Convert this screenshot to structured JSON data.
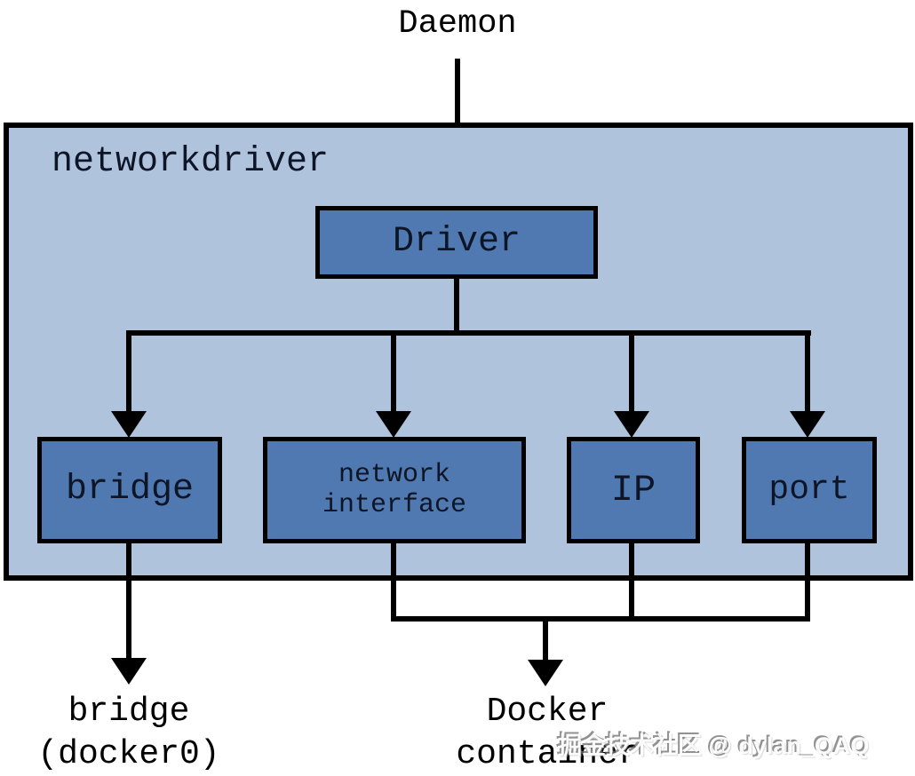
{
  "diagram": {
    "nodes": {
      "daemon": {
        "label": "Daemon"
      },
      "networkdriver": {
        "label": "networkdriver"
      },
      "driver": {
        "label": "Driver"
      },
      "bridge": {
        "label": "bridge"
      },
      "network_interface": {
        "line1": "network",
        "line2": "interface"
      },
      "ip": {
        "label": "IP"
      },
      "port": {
        "label": "port"
      },
      "bridge_output": {
        "line1": "bridge",
        "line2": "(docker0)"
      },
      "docker_container_output": {
        "line1": "Docker",
        "line2": "container"
      }
    },
    "edges": [
      "Daemon -> Driver",
      "Driver -> bridge",
      "Driver -> network interface",
      "Driver -> IP",
      "Driver -> port",
      "bridge -> bridge (docker0)",
      "network interface + IP + port -> Docker container"
    ],
    "colors": {
      "page_background": "#ffffff",
      "container_fill": "#b0c3dd",
      "node_fill": "#4f79b0",
      "border_and_lines": "#000000",
      "node_text": "#0d1526"
    }
  },
  "watermark": {
    "text": "掘金技术社区 @ dylan_QAQ"
  }
}
